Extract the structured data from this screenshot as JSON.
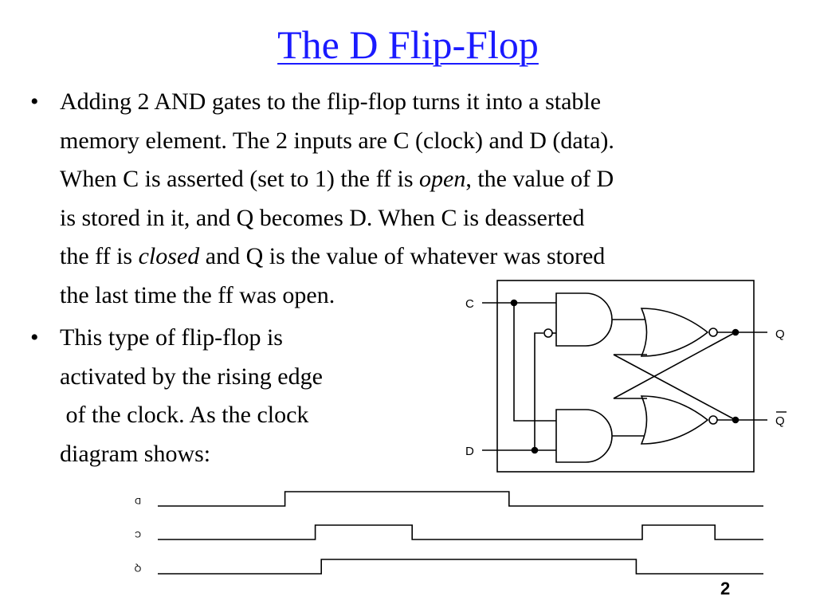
{
  "slide": {
    "title": "The D Flip-Flop",
    "bullet_symbol": "•",
    "bullet1_lines": [
      "Adding 2 AND gates to the flip-flop turns it into a stable",
      "memory element. The 2 inputs are C (clock) and D (data).",
      "When C is asserted (set to 1) the ff is ",
      "open",
      ", the value of D",
      "is stored in it, and Q becomes D. When C is deasserted",
      "the ff is ",
      "closed",
      " and Q is the value of whatever was stored",
      "the last time the ff was open."
    ],
    "bullet2_lines": [
      "This type of flip-flop is",
      "activated by the rising edge",
      " of the clock. As the clock",
      "diagram shows:"
    ],
    "page_number": "2"
  },
  "circuit": {
    "input_c": "C",
    "input_d": "D",
    "output_q": "Q",
    "output_qbar": "Q"
  },
  "timing": {
    "signals": [
      {
        "label": "D",
        "transitions": [
          0.21,
          0.58
        ]
      },
      {
        "label": "C",
        "transitions": [
          0.26,
          0.42,
          0.8,
          0.92
        ]
      },
      {
        "label": "Q",
        "transitions": [
          0.27,
          0.79
        ]
      }
    ]
  }
}
